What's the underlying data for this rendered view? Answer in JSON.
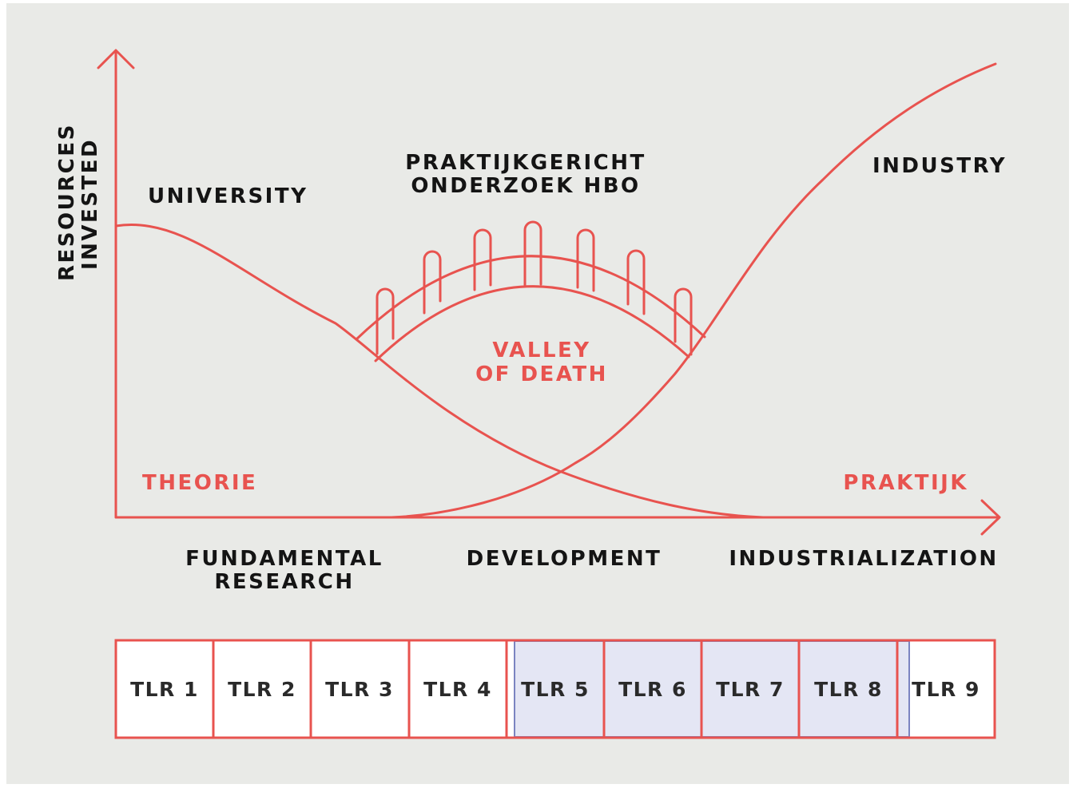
{
  "colors": {
    "background": "#e9eae7",
    "line": "#e8534f",
    "text_dark": "#141414",
    "highlight_fill": "#e4e6f4",
    "highlight_border": "#7b84c1"
  },
  "axis": {
    "y_label_line1": "RESOURCES",
    "y_label_line2": "INVESTED"
  },
  "curves": {
    "university": "UNIVERSITY",
    "industry": "INDUSTRY",
    "bridge_line1": "PRAKTIJKGERICHT",
    "bridge_line2": "ONDERZOEK HBO",
    "valley_line1": "VALLEY",
    "valley_line2": "OF DEATH"
  },
  "ends": {
    "left": "THEORIE",
    "right": "PRAKTIJK"
  },
  "phases": {
    "fundamental_line1": "FUNDAMENTAL",
    "fundamental_line2": "RESEARCH",
    "development": "DEVELOPMENT",
    "industrialization": "INDUSTRIALIZATION"
  },
  "tlr": {
    "cells": [
      "TLR 1",
      "TLR 2",
      "TLR 3",
      "TLR 4",
      "TLR 5",
      "TLR 6",
      "TLR 7",
      "TLR 8",
      "TLR 9"
    ],
    "highlighted_range": "TLR 5 – TLR 8"
  }
}
